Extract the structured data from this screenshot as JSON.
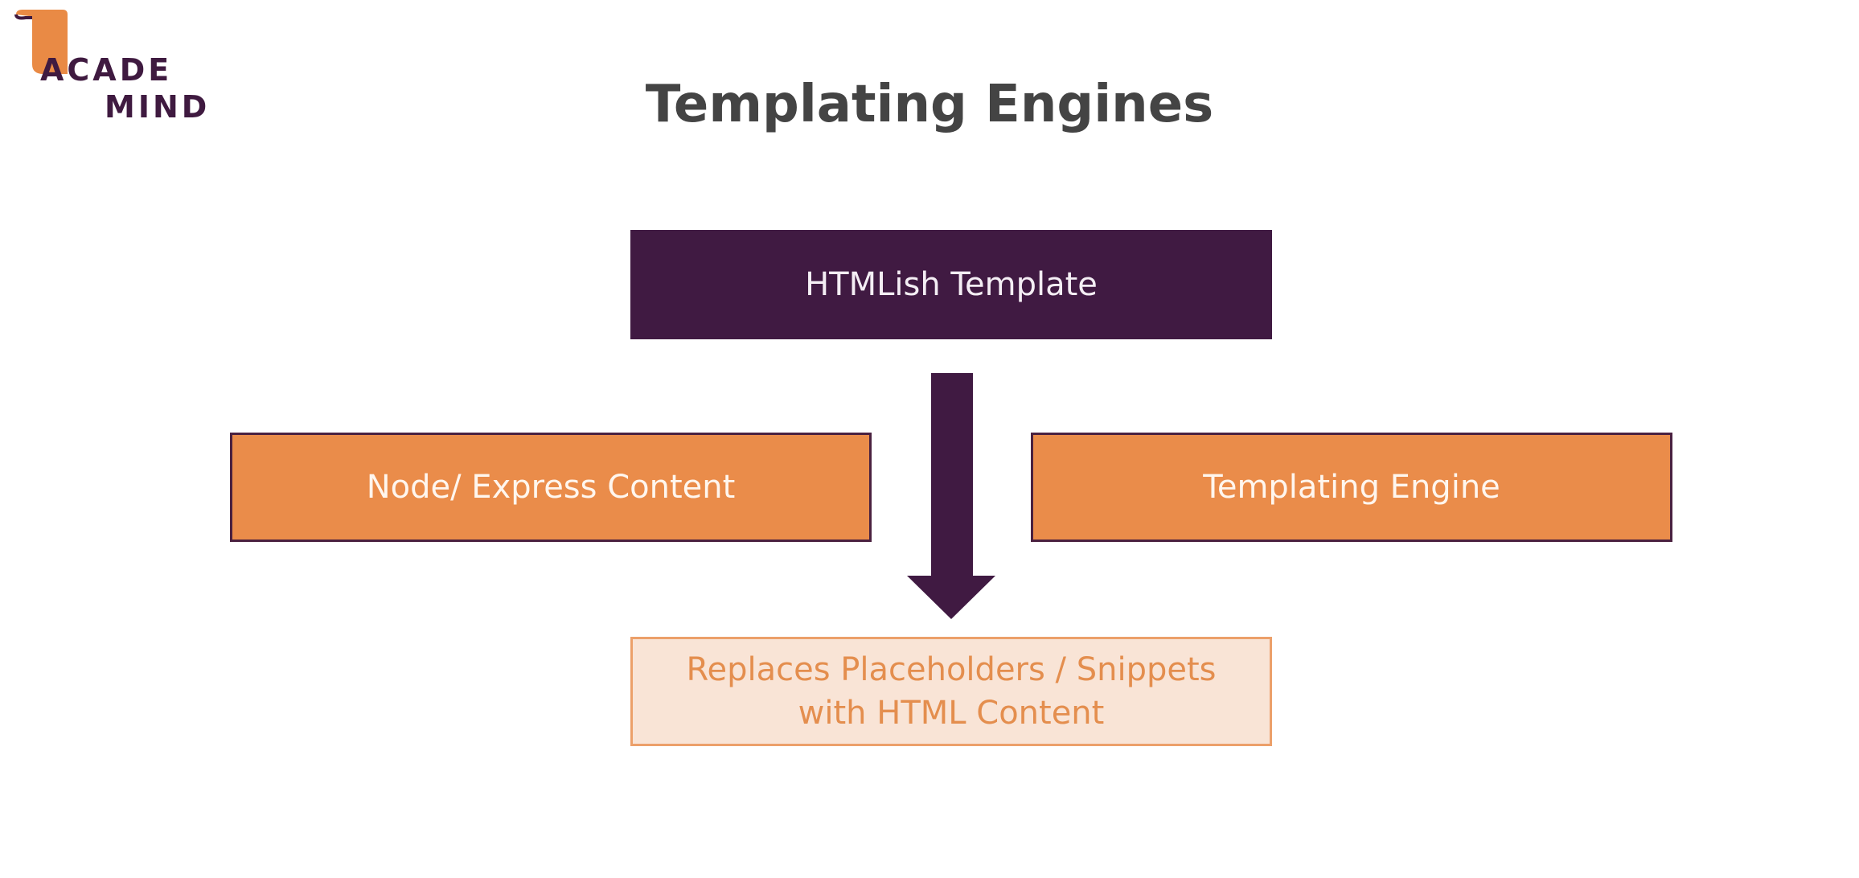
{
  "logo": {
    "line1": "ACADE",
    "line2": "MIND"
  },
  "title": "Templating Engines",
  "diagram": {
    "template_box": "HTMLish Template",
    "node_box": "Node/ Express Content",
    "engine_box": "Templating Engine",
    "result_box": "Replaces Placeholders / Snippets\nwith HTML Content"
  },
  "colors": {
    "purple": "#401a42",
    "orange": "#ea8c4a",
    "light_orange": "#f9e4d6",
    "title_gray": "#444444"
  }
}
